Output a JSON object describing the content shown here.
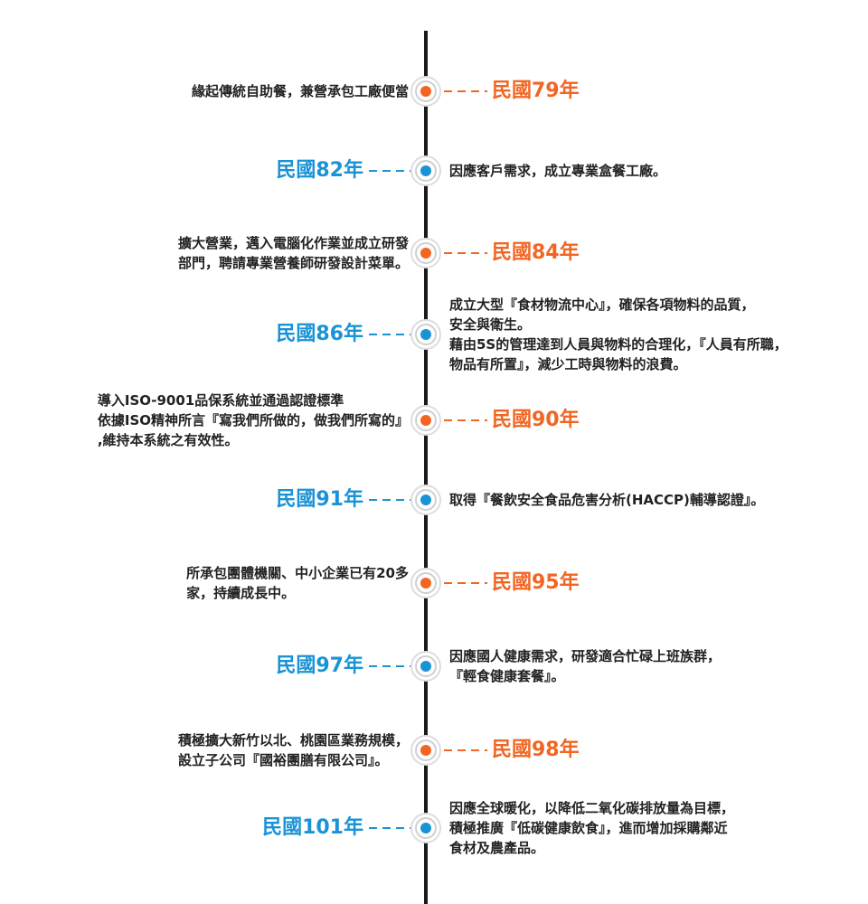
{
  "colors": {
    "orange": "#f26522",
    "blue": "#1a93d6",
    "axis": "#1a1a1a"
  },
  "events": [
    {
      "year": "民國79年",
      "theme": "orange",
      "side": "right",
      "lines": [
        "緣起傳統自助餐，兼營承包工廠便當"
      ]
    },
    {
      "year": "民國82年",
      "theme": "blue",
      "side": "left",
      "lines": [
        "因應客戶需求，成立專業盒餐工廠。"
      ]
    },
    {
      "year": "民國84年",
      "theme": "orange",
      "side": "right",
      "lines": [
        "擴大營業，邁入電腦化作業並成立研發",
        "部門，聘請專業營養師研發設計菜單。"
      ]
    },
    {
      "year": "民國86年",
      "theme": "blue",
      "side": "left",
      "lines": [
        "成立大型『食材物流中心』，確保各項物料的品質，",
        "安全與衛生。",
        "藉由5S的管理達到人員與物料的合理化，『人員有所職，",
        "物品有所置』，減少工時與物料的浪費。"
      ]
    },
    {
      "year": "民國90年",
      "theme": "orange",
      "side": "right",
      "lines": [
        "導入ISO-9001品保系統並通過認證標準",
        "依據ISO精神所言『寫我們所做的，做我們所寫的』",
        ",維持本系統之有效性。"
      ]
    },
    {
      "year": "民國91年",
      "theme": "blue",
      "side": "left",
      "lines": [
        "取得『餐飲安全食品危害分析(HACCP)輔導認證』。"
      ]
    },
    {
      "year": "民國95年",
      "theme": "orange",
      "side": "right",
      "lines": [
        "所承包團體機關、中小企業已有20多",
        "家，持續成長中。"
      ]
    },
    {
      "year": "民國97年",
      "theme": "blue",
      "side": "left",
      "lines": [
        "因應國人健康需求，研發適合忙碌上班族群，",
        "『輕食健康套餐』。"
      ]
    },
    {
      "year": "民國98年",
      "theme": "orange",
      "side": "right",
      "lines": [
        "積極擴大新竹以北、桃園區業務規模，",
        "設立子公司『國裕團膳有限公司』。"
      ]
    },
    {
      "year": "民國101年",
      "theme": "blue",
      "side": "left",
      "lines": [
        "因應全球暖化，以降低二氧化碳排放量為目標，",
        "積極推廣『低碳健康飲食』，進而增加採購鄰近",
        "食材及農產品。"
      ]
    }
  ]
}
